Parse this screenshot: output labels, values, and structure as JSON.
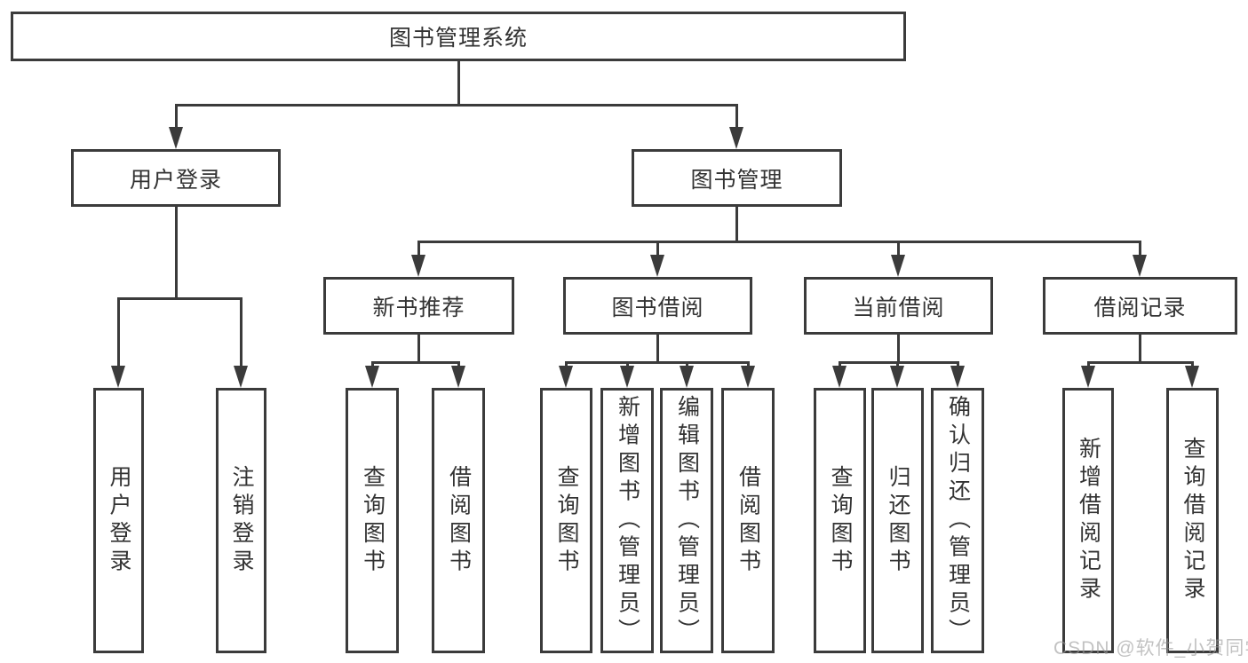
{
  "tree": {
    "root": "图书管理系统",
    "children": [
      {
        "label": "用户登录",
        "leaves": [
          "用户登录",
          "注销登录"
        ]
      },
      {
        "label": "图书管理",
        "children": [
          {
            "label": "新书推荐",
            "leaves": [
              "查询图书",
              "借阅图书"
            ]
          },
          {
            "label": "图书借阅",
            "leaves": [
              "查询图书",
              "新增图书（管理员）",
              "编辑图书（管理员）",
              "借阅图书"
            ]
          },
          {
            "label": "当前借阅",
            "leaves": [
              "查询图书",
              "归还图书",
              "确认归还（管理员）"
            ]
          },
          {
            "label": "借阅记录",
            "leaves": [
              "新增借阅记录",
              "查询借阅记录"
            ]
          }
        ]
      }
    ]
  },
  "watermark": "CSDN @软件_小贺同学",
  "colors": {
    "line": "#3b3b3b",
    "text": "#333333",
    "box_background": "#ffffff",
    "watermark": "#9a9a9a"
  }
}
